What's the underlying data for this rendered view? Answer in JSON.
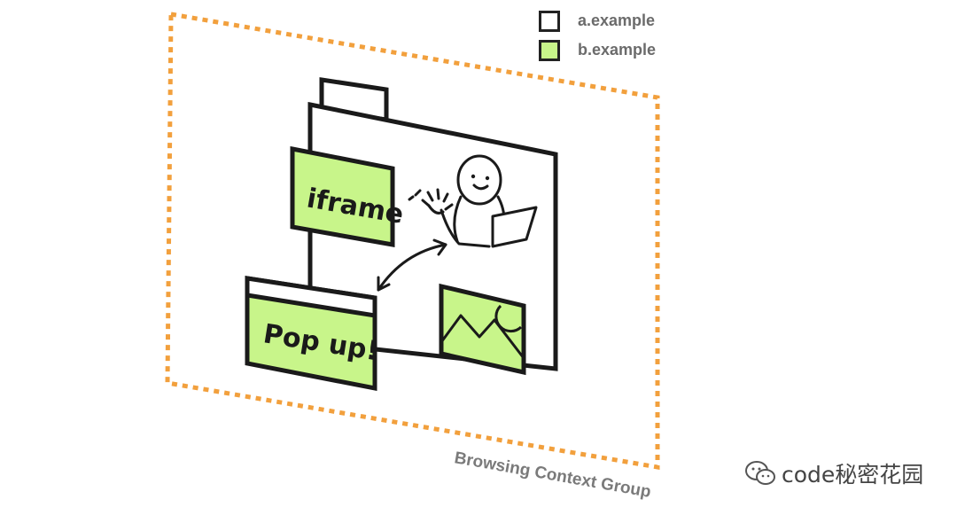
{
  "legend": {
    "items": [
      {
        "label": "a.example",
        "color": "#ffffff"
      },
      {
        "label": "b.example",
        "color": "#c8f58a"
      }
    ]
  },
  "diagram": {
    "group_label": "Browsing Context Group",
    "iframe_label": "iframe",
    "popup_label": "Pop up!",
    "colors": {
      "group_border": "#f2a03d",
      "b_fill": "#c8f58a",
      "a_fill": "#ffffff",
      "stroke": "#1a1a1a",
      "label_gray": "#7a7a7a"
    }
  },
  "watermark": {
    "text": "code秘密花园",
    "icon": "wechat-icon"
  }
}
